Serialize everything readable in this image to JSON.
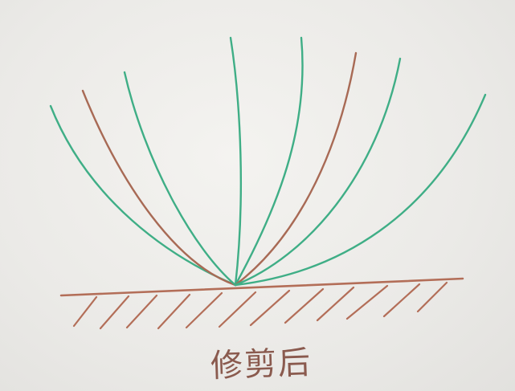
{
  "caption": "修剪后",
  "colors": {
    "paper": "#ecebe8",
    "green_pencil": "#3fae86",
    "brown_pencil": "#a86a55",
    "ground_pencil": "#b36e58",
    "caption_ink": "#8a5a4e"
  },
  "icons": {
    "ground": "hatched-ground-line",
    "branches": "fan-of-branches"
  },
  "branches": [
    {
      "id": "branch-1",
      "color": "green"
    },
    {
      "id": "branch-2",
      "color": "brown"
    },
    {
      "id": "branch-3",
      "color": "green"
    },
    {
      "id": "branch-4",
      "color": "green"
    },
    {
      "id": "branch-5",
      "color": "green"
    },
    {
      "id": "branch-6",
      "color": "brown"
    },
    {
      "id": "branch-7",
      "color": "green"
    },
    {
      "id": "branch-8",
      "color": "green"
    }
  ]
}
